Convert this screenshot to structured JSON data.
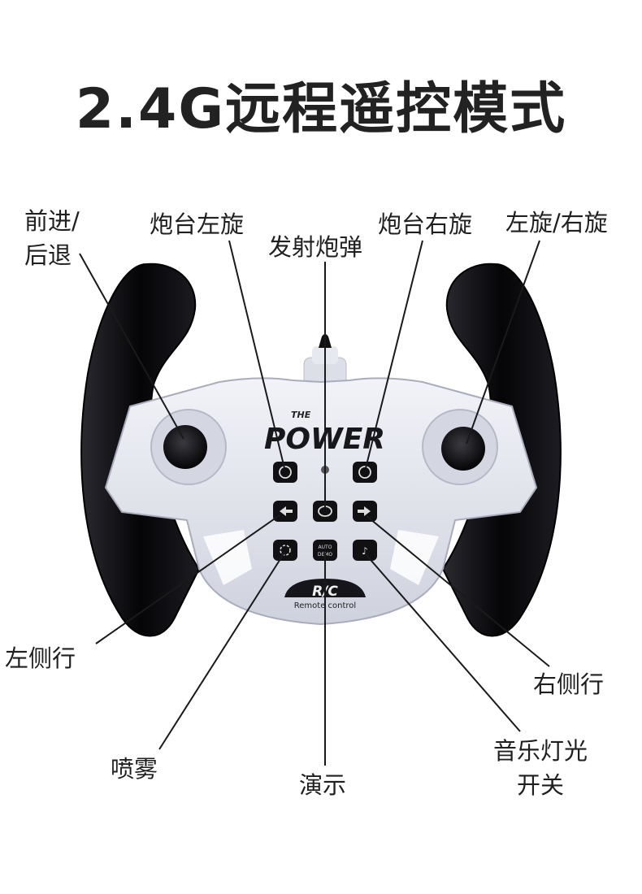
{
  "title": "2.4G远程遥控模式",
  "labels": {
    "forward_back": [
      "前进/",
      "后退"
    ],
    "turret_left": "炮台左旋",
    "fire": "发射炮弹",
    "turret_right": "炮台右旋",
    "rotate": "左旋/右旋",
    "strafe_left": "左侧行",
    "strafe_right": "右侧行",
    "spray": "喷雾",
    "demo": "演示",
    "music_light": [
      "音乐灯光",
      "开关"
    ]
  },
  "device": {
    "brand_small": "THE",
    "brand": "POWER",
    "rc_badge": "R/C",
    "rc_caption": "Remote control",
    "auto_btn": "AUTO\nDEMO"
  },
  "colors": {
    "grip": "#0d0d10",
    "body": "#e3e5ee",
    "button": "#111114",
    "leader": "#1a1a1a"
  }
}
